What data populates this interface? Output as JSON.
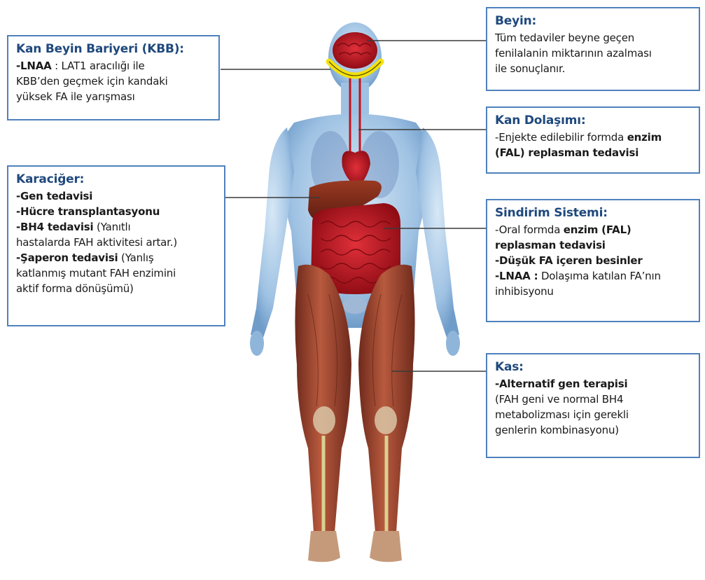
{
  "colors": {
    "box_border": "#4f81bd",
    "title": "#1f497d",
    "skin": "#a8c8e6",
    "muscle": "#a0462f",
    "organ": "#c0141c",
    "bbb_ring": "#f4e10a"
  },
  "boxes": {
    "kbb": {
      "title": "Kan Beyin Bariyeri (KBB):",
      "lines": [
        {
          "bold": "-LNAA",
          "text": " : LAT1 aracılığı ile"
        },
        {
          "bold": "",
          "text": "KBB’den geçmek için kandaki"
        },
        {
          "bold": "",
          "text": "yüksek FA ile yarışması"
        }
      ]
    },
    "karaciger": {
      "title": "Karaciğer:",
      "lines": [
        {
          "bold": "-Gen tedavisi",
          "text": ""
        },
        {
          "bold": "-Hücre transplantasyonu",
          "text": ""
        },
        {
          "bold": "-BH4 tedavisi",
          "text": " (Yanıtlı"
        },
        {
          "bold": "",
          "text": "hastalarda FAH aktivitesi artar.)"
        },
        {
          "bold": "-Şaperon tedavisi",
          "text": " (Yanlış"
        },
        {
          "bold": "",
          "text": "katlanmış mutant FAH enzimini"
        },
        {
          "bold": "",
          "text": "aktif forma dönüşümü)"
        }
      ]
    },
    "beyin": {
      "title": "Beyin:",
      "lines": [
        {
          "bold": "",
          "text": "Tüm tedaviler beyne geçen"
        },
        {
          "bold": "",
          "text": "fenilalanin miktarının azalması"
        },
        {
          "bold": "",
          "text": "ile sonuçlanır."
        }
      ]
    },
    "kan": {
      "title": "Kan Dolaşımı:",
      "lines": [
        {
          "bold": "",
          "text": "-Enjekte edilebilir formda "
        },
        {
          "bold": "(FAL) replasman tedavisi",
          "text": ""
        }
      ],
      "line1_tail_bold": "enzim"
    },
    "sindirim": {
      "title": "Sindirim Sistemi:",
      "lines": [
        {
          "bold": "",
          "text": "-Oral formda "
        },
        {
          "bold": "replasman tedavisi",
          "text": ""
        },
        {
          "bold": "-Düşük FA içeren besinler",
          "text": ""
        },
        {
          "bold": "-LNAA :",
          "text": " Dolaşıma katılan FA’nın"
        },
        {
          "bold": "",
          "text": "inhibisyonu"
        }
      ],
      "line1_tail_bold": "enzim (FAL)"
    },
    "kas": {
      "title": "Kas:",
      "lines": [
        {
          "bold": "-Alternatif gen terapisi",
          "text": ""
        },
        {
          "bold": "",
          "text": "(FAH geni ve normal BH4"
        },
        {
          "bold": "",
          "text": "metabolizması için gerekli"
        },
        {
          "bold": "",
          "text": "genlerin kombinasyonu)"
        }
      ]
    }
  }
}
